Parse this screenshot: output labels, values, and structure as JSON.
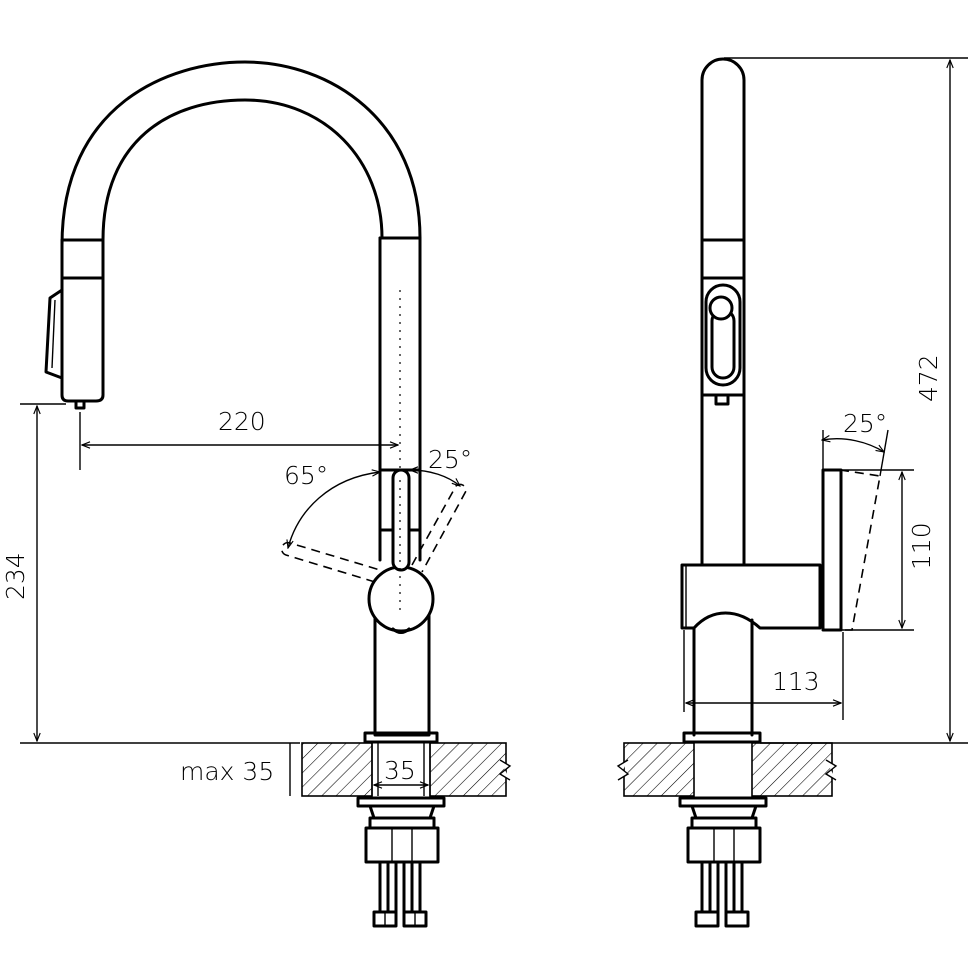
{
  "front_view": {
    "spout_reach": "220",
    "inlet_height": "234",
    "angle_left": "65°",
    "angle_right": "25°",
    "hole_diameter": "35",
    "counter_thickness": "max 35"
  },
  "side_view": {
    "total_height": "472",
    "lever_angle": "25°",
    "lever_length": "110",
    "body_depth": "113"
  }
}
